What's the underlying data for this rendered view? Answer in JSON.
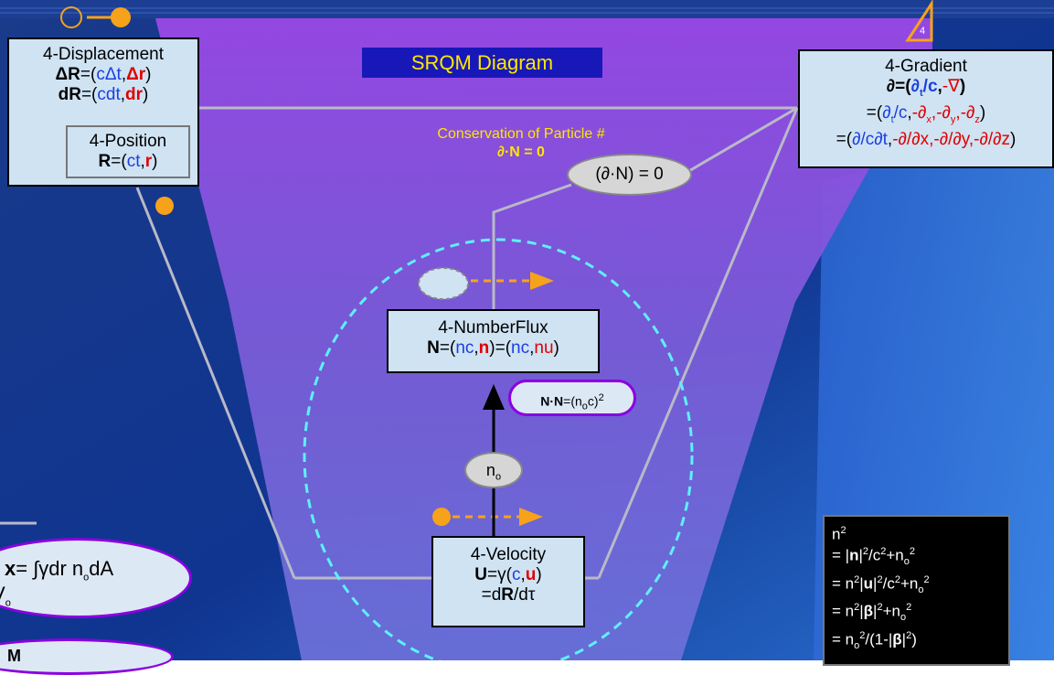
{
  "title": "SRQM Diagram",
  "displacement": {
    "heading": "4-Displacement",
    "line1_bold": "ΔR",
    "line1_eq": "=(",
    "line1_blue": "cΔt",
    "line1_comma": ",",
    "line1_red": "Δr",
    "line1_close": ")",
    "line2_bold": "dR",
    "line2_eq": "=(",
    "line2_blue": "cdt",
    "line2_comma": ",",
    "line2_red": "dr",
    "line2_close": ")"
  },
  "position": {
    "heading": "4-Position",
    "bold": "R",
    "eq": "=(",
    "blue": "ct",
    "comma": ",",
    "red": "r",
    "close": ")"
  },
  "gradient": {
    "heading": "4-Gradient",
    "line1": "∂=(∂t/c,-∇)",
    "line2": "=(∂t/c,-∂x,-∂y,-∂z)",
    "line3_open": "=(",
    "line3_blue": "∂/c∂t",
    "line3_comma": ",",
    "line3_red": "-∂/∂x,-∂/∂y,-∂/∂z",
    "line3_close": ")"
  },
  "conservation": {
    "label": "Conservation of Particle #",
    "eq": "∂·N = 0"
  },
  "divergence_pill": "(∂·N) = 0",
  "numberflux": {
    "heading": "4-NumberFlux",
    "line_bold": "N",
    "line_a": "=(",
    "line_b": "nc",
    "line_c": ",",
    "line_d": "n",
    "line_e": ")=(",
    "line_f": "nc",
    "line_g": ",",
    "line_h": "nu",
    "line_i": ")"
  },
  "norm_pill": "N·N=(noc)2",
  "scalar_pill": "no",
  "velocity": {
    "heading": "4-Velocity",
    "line1_bold": "U",
    "line1_eq": "=γ(",
    "line1_blue": "c",
    "line1_comma": ",",
    "line1_red": "u",
    "line1_close": ")",
    "line2": "=dR/dτ"
  },
  "left_pill": {
    "text1": "x= ∫γdr nodA",
    "text2": "o"
  },
  "left_pill2": {
    "text": "M"
  },
  "density_box": {
    "lines": [
      "n²",
      "= |n|²/c²+no²",
      "= n²|u|²/c²+no²",
      "= n²|β|²+no²",
      "= no²/(1-|β|²)"
    ]
  },
  "badge": "4",
  "colors": {
    "background_dark": "#0b2a6e",
    "purple": "#8a3ee0",
    "box_fill": "#cfe3f3",
    "accent_orange": "#f7a21b",
    "cyan_dash": "#5ff0ff",
    "title_bg": "#1818b8",
    "title_text": "#ffe600"
  }
}
